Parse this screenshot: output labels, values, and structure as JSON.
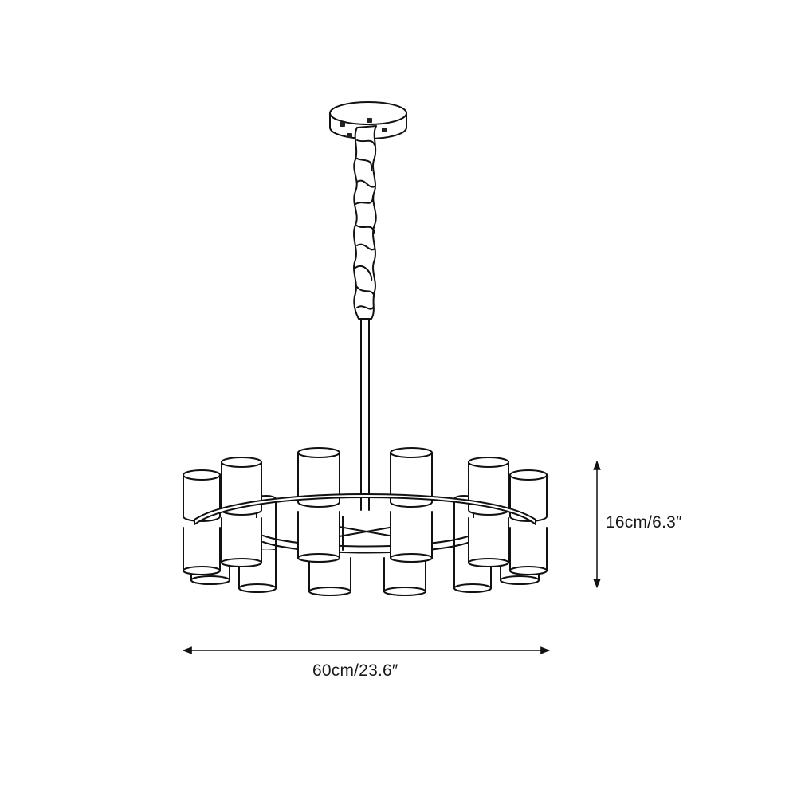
{
  "diagram": {
    "subject": "Round chandelier with two tiers of cylindrical shades, twisted rope canopy drop and central rod",
    "line_color": "#111111",
    "background": "#ffffff",
    "components": {
      "canopy": {
        "label": "ceiling-canopy",
        "screws": 4
      },
      "twisted_drop": {
        "label": "twisted-rope-section"
      },
      "rod": {
        "label": "down-rod"
      },
      "ring": {
        "label": "main-ring"
      },
      "upper_shades": {
        "count": 6
      },
      "lower_shades": {
        "count": 12
      }
    }
  },
  "dimensions": {
    "height": {
      "label": "16cm/6.3″",
      "value_cm": 16,
      "value_in": 6.3
    },
    "width": {
      "label": "60cm/23.6″",
      "value_cm": 60,
      "value_in": 23.6
    }
  }
}
